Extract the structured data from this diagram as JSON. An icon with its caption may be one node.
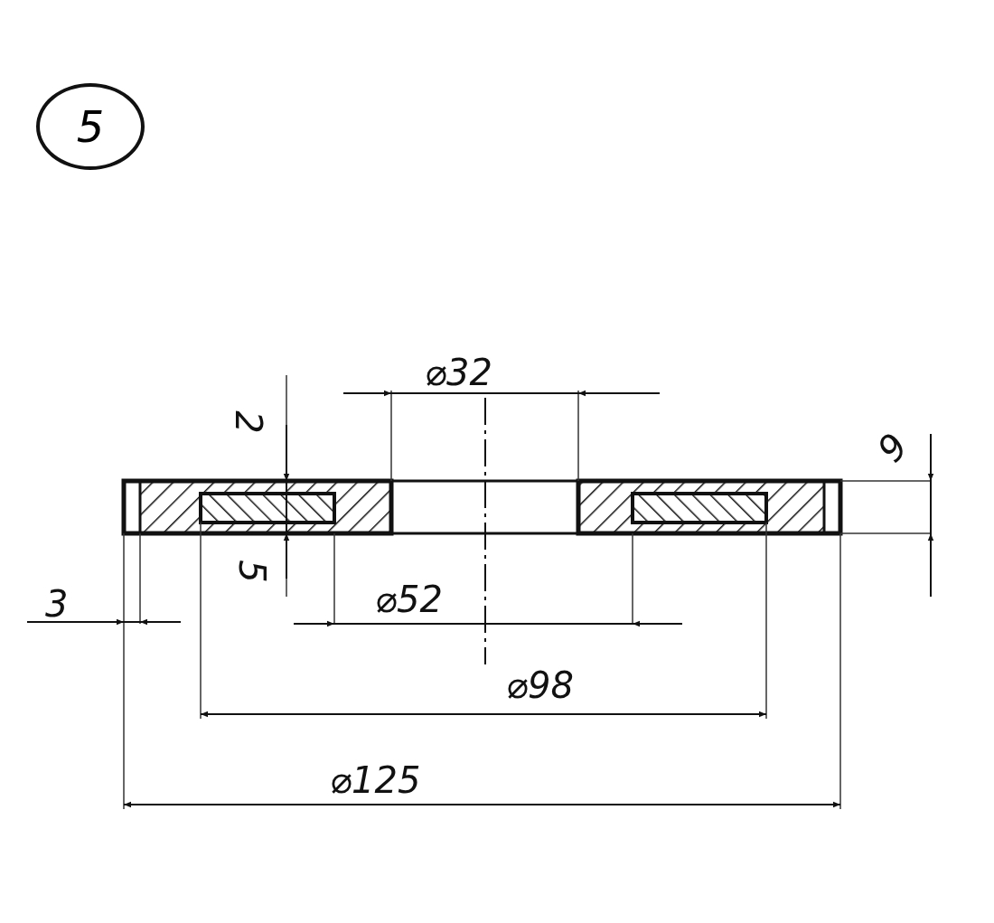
{
  "diagram": {
    "nodes": [
      {
        "text": [
          "5"
        ]
      }
    ],
    "labels": [
      "⌀32",
      "2",
      "9",
      "5",
      "3",
      "⌀52",
      "⌀98",
      "⌀125"
    ]
  }
}
